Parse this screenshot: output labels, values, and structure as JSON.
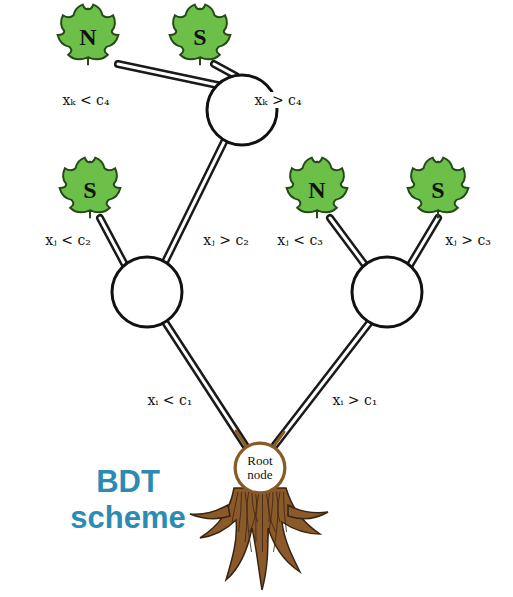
{
  "diagram": {
    "nodes": [
      {
        "text": [
          "N"
        ]
      },
      {
        "text": [
          "S"
        ]
      },
      {
        "text": [
          "S"
        ]
      },
      {
        "text": [
          "N"
        ]
      },
      {
        "text": [
          "S"
        ]
      },
      {
        "text": [
          "Root node"
        ]
      }
    ],
    "labels": [
      "xₖ < c₄",
      "xₖ > c₄",
      "xⱼ < c₂",
      "xⱼ > c₂",
      "xⱼ < c₃",
      "xⱼ > c₃",
      "xᵢ < c₁",
      "xᵢ > c₁",
      "BDT scheme"
    ]
  }
}
